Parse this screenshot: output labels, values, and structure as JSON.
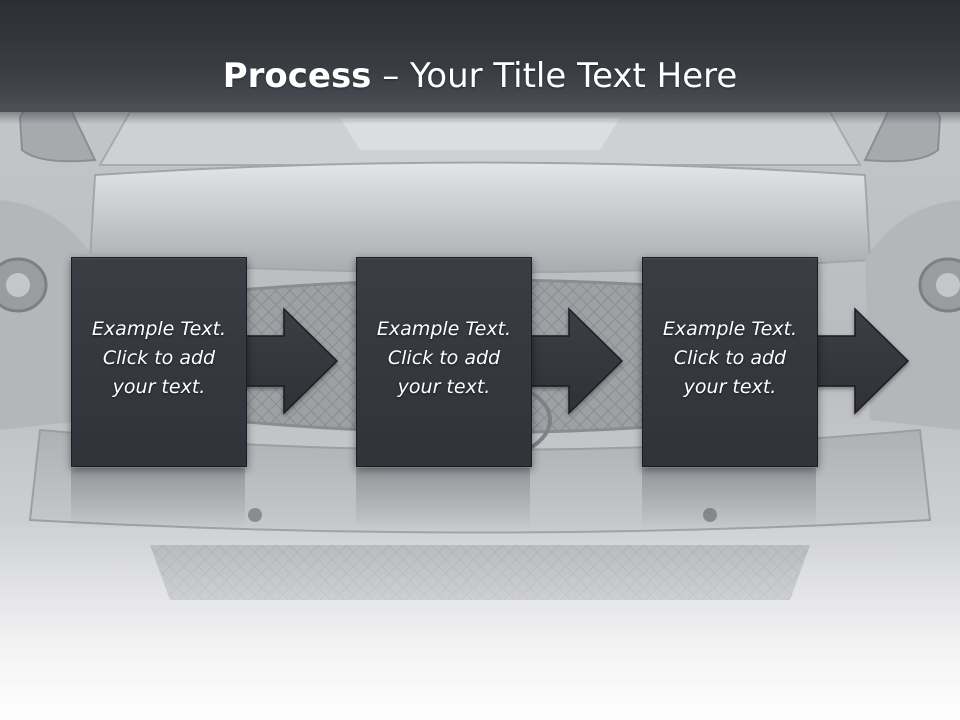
{
  "slide": {
    "title_bold": "Process",
    "title_rest": " – Your Title Text Here",
    "steps": [
      {
        "lines": [
          "Example Text.",
          "Click  to add",
          "your text."
        ]
      },
      {
        "lines": [
          "Example Text.",
          "Click  to add",
          "your text."
        ]
      },
      {
        "lines": [
          "Example Text.",
          "Click  to add",
          "your text."
        ]
      }
    ]
  },
  "colors": {
    "header": "#2c2e35",
    "box": "#363840",
    "text": "#ffffff",
    "background": "#d9dadc"
  },
  "background_icon": "car-front-photo"
}
